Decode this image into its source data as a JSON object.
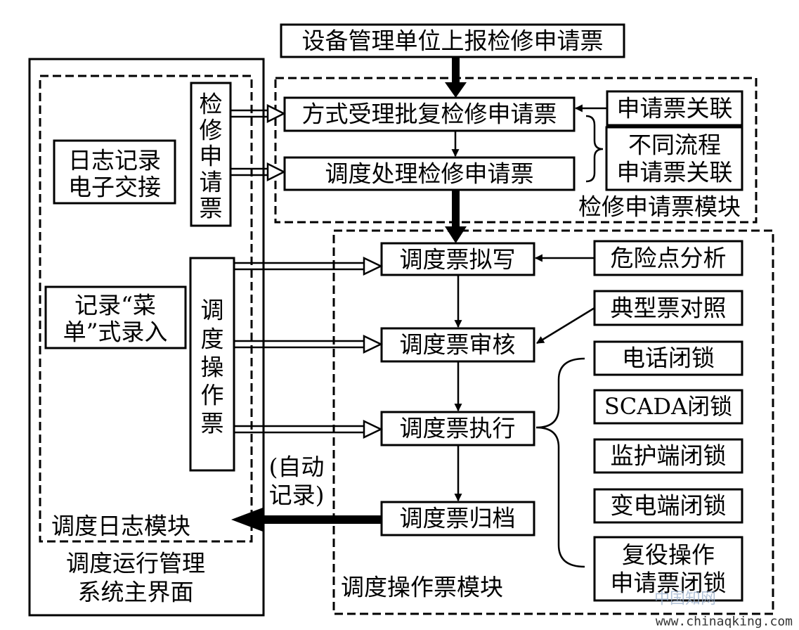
{
  "top_source": "设备管理单位上报检修申请票",
  "main_interface": {
    "line1": "调度运行管理",
    "line2": "系统主界面"
  },
  "log_module": {
    "label": "调度日志模块",
    "log_box": [
      "日志记录",
      "电子交接"
    ],
    "menu_box": [
      "记录“菜",
      "单”式录入"
    ],
    "repair_ticket_vertical": [
      "检",
      "修",
      "申",
      "请",
      "票"
    ],
    "dispatch_ticket_vertical": [
      "调",
      "度",
      "操",
      "作",
      "票"
    ]
  },
  "repair_module": {
    "label": "检修申请票模块",
    "step1": "方式受理批复检修申请票",
    "step2": "调度处理检修申请票",
    "link_box": "申请票关联",
    "multi_flow_box": [
      "不同流程",
      "申请票关联"
    ]
  },
  "op_module": {
    "label": "调度操作票模块",
    "draft": "调度票拟写",
    "review": "调度票审核",
    "execute": "调度票执行",
    "archive": "调度票归档",
    "hazard": "危险点分析",
    "typical": "典型票对照",
    "locks": [
      "电话闭锁",
      "SCADA闭锁",
      "监护端闭锁",
      "变电端闭锁"
    ],
    "reop_lock": [
      "复役操作",
      "申请票闭锁"
    ]
  },
  "auto_record": [
    "(自动",
    "记录)"
  ],
  "watermark": "中国知网",
  "footer_url": "www.chinaqking.com"
}
